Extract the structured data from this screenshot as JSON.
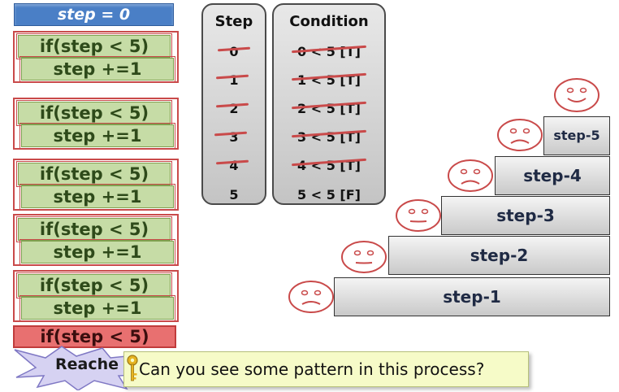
{
  "init": {
    "label": "step = 0"
  },
  "iterations": [
    {
      "condition": "if(step < 5)",
      "increment": "step +=1"
    },
    {
      "condition": "if(step < 5)",
      "increment": "step +=1"
    },
    {
      "condition": "if(step < 5)",
      "increment": "step +=1"
    },
    {
      "condition": "if(step < 5)",
      "increment": "step +=1"
    },
    {
      "condition": "if(step < 5)",
      "increment": "step +=1"
    }
  ],
  "final_condition": "if(step < 5)",
  "table": {
    "step_header": "Step",
    "condition_header": "Condition",
    "steps": [
      "0",
      "1",
      "2",
      "3",
      "4",
      "5"
    ],
    "conditions": [
      "0 < 5 [T]",
      "1 < 5 [T]",
      "2 < 5 [T]",
      "3 < 5 [T]",
      "4 < 5 [T]",
      "5 < 5 [F]"
    ]
  },
  "stairs": [
    "step-1",
    "step-2",
    "step-3",
    "step-4",
    "step-5"
  ],
  "faces": [
    "sad",
    "neutral",
    "neutral",
    "sad",
    "sad",
    "happy"
  ],
  "reached_label": "Reache",
  "tip": {
    "text": "Can you see some pattern in this process?",
    "icon": "key-icon"
  },
  "colors": {
    "accent_blue": "#4a7fc6",
    "condition_green": "#c6dca6",
    "strike_red": "#c94a4a",
    "fail_red": "#e87070",
    "tip_yellow": "#f6fbc8"
  }
}
